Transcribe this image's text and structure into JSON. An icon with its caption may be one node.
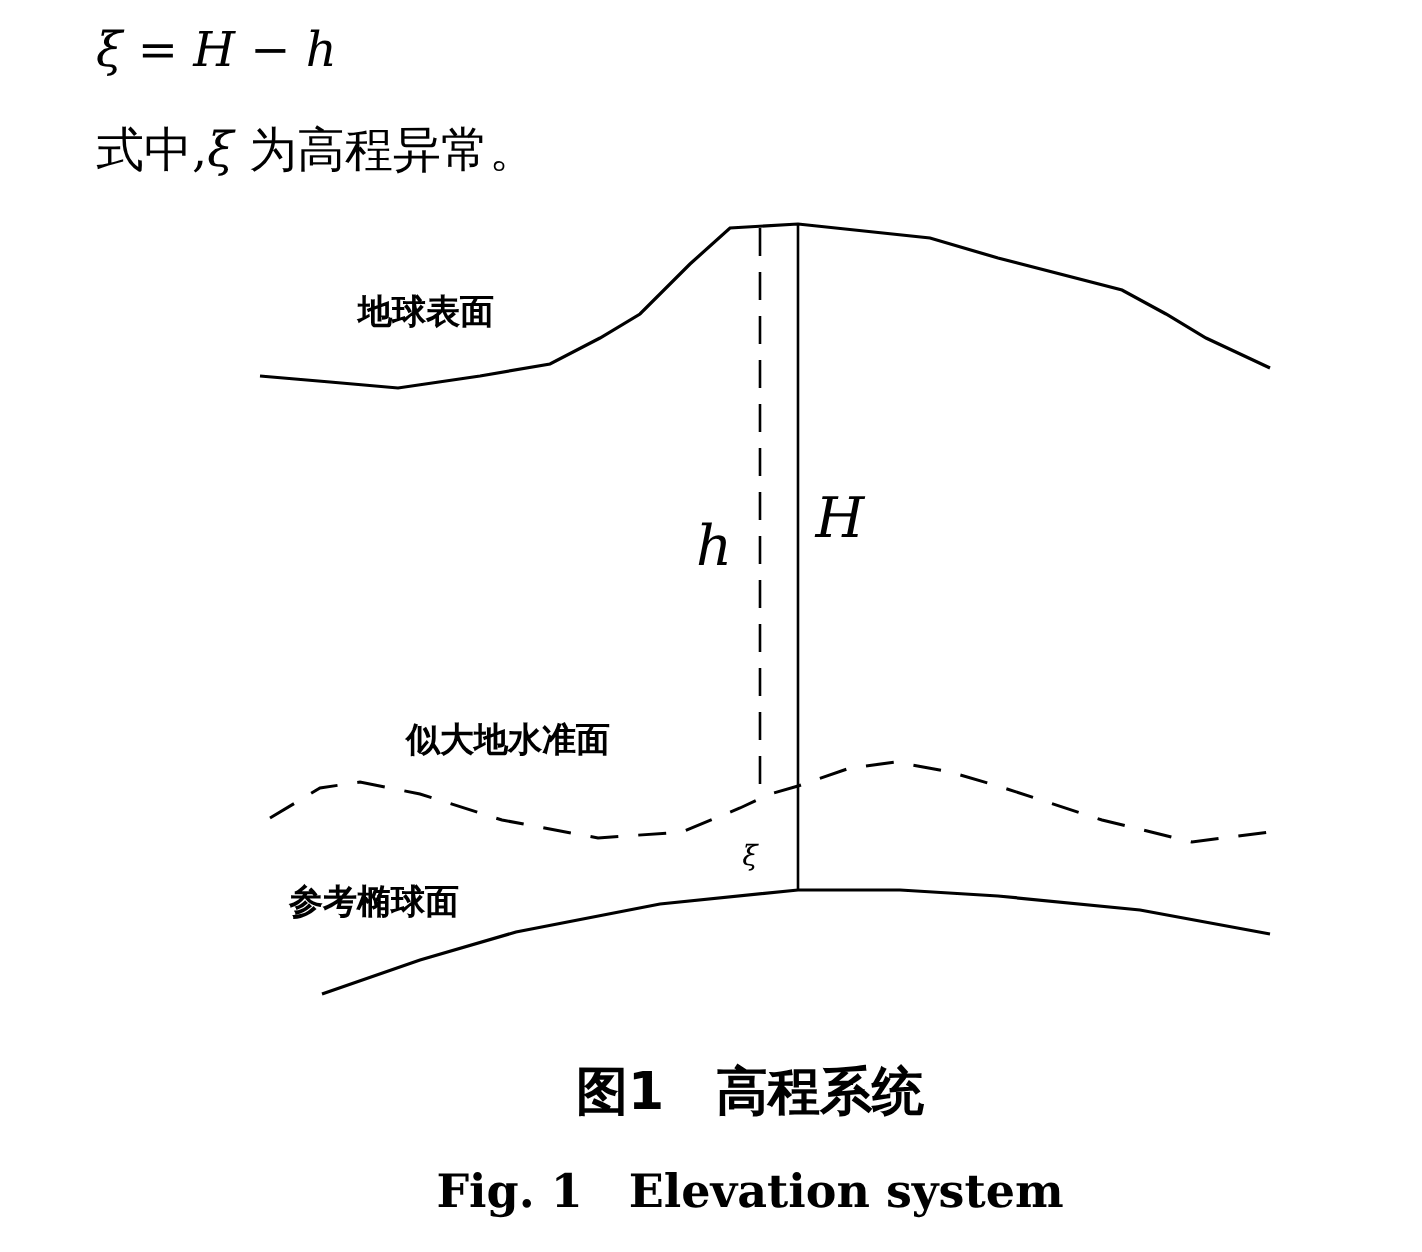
{
  "diagram": {
    "caption": "图1　高程系统",
    "labels": [
      "*ξ* = *H* − *h*",
      "式中,*ξ* 为高程异常。",
      "地球表面",
      "*h*",
      "*H*",
      "似大地水准面",
      "*ξ*",
      "参考椭球面",
      "Fig. 1　Elevation system"
    ]
  }
}
